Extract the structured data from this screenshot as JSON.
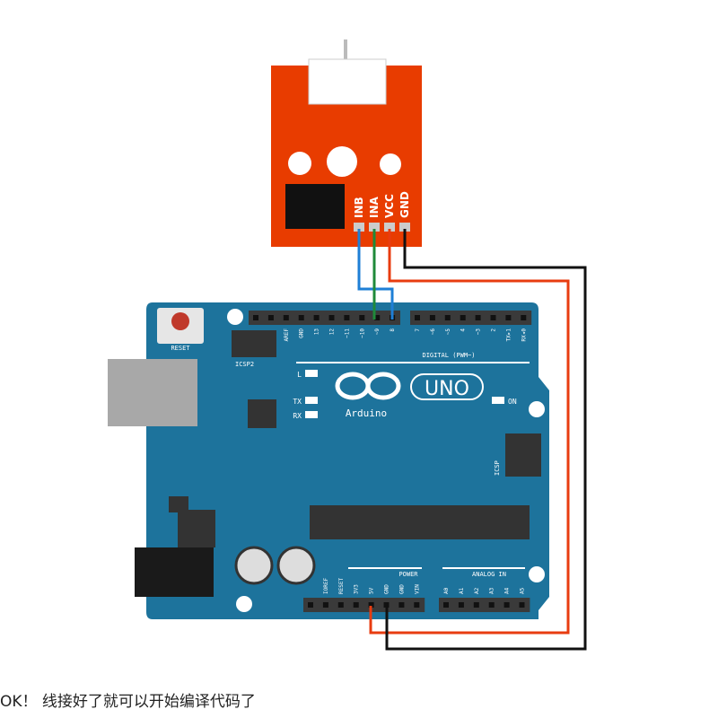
{
  "module": {
    "pins": [
      "INB",
      "INA",
      "VCC",
      "GND"
    ]
  },
  "board": {
    "reset_label": "RESET",
    "icsp2_label": "ICSP2",
    "icsp_label": "ICSP",
    "brand": "Arduino",
    "model": "UNO",
    "led_labels": [
      "L",
      "TX",
      "RX",
      "ON"
    ],
    "digital_label": "DIGITAL (PWM~)",
    "digital_left": [
      "",
      "",
      "AREF",
      "GND",
      "13",
      "12",
      "~11",
      "~10",
      "~9",
      "8"
    ],
    "digital_right": [
      "7",
      "~6",
      "~5",
      "4",
      "~3",
      "2",
      "TX▸1",
      "RX◂0"
    ],
    "power_label": "POWER",
    "analog_label": "ANALOG IN",
    "power_pins": [
      "",
      "IOREF",
      "RESET",
      "3V3",
      "5V",
      "GND",
      "GND",
      "VIN"
    ],
    "analog_pins": [
      "A0",
      "A1",
      "A2",
      "A3",
      "A4",
      "A5"
    ]
  },
  "colors": {
    "module": "#e83c00",
    "board": "#1d739c",
    "wire_blue": "#1e7fd6",
    "wire_green": "#1f8a3a",
    "wire_red": "#e83c10",
    "wire_black": "#111111"
  },
  "caption": "OK！ 线接好了就可以开始编译代码了"
}
